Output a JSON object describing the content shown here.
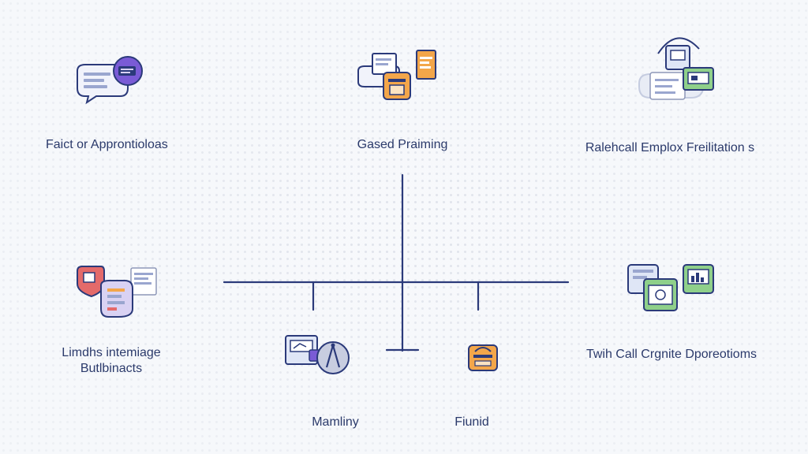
{
  "diagram": {
    "nodes": [
      {
        "id": "top-left",
        "label": "Faict or Approntioloas",
        "icon": "chat-bubble-tag-icon"
      },
      {
        "id": "top-center",
        "label": "Gased Praiming",
        "icon": "document-folder-icon"
      },
      {
        "id": "top-right",
        "label": "Ralehcall Emplox Freilitation s",
        "icon": "dashboard-cloud-icon"
      },
      {
        "id": "mid-left",
        "label_lines": [
          "Limdhs intemiage",
          "Butlbinacts"
        ],
        "icon": "shield-chat-icon"
      },
      {
        "id": "mid-right",
        "label": "Twih Call Crgnite Dporeotioms",
        "icon": "chart-panels-icon"
      },
      {
        "id": "bottom-left",
        "label": "Mamliny",
        "icon": "tools-compass-icon"
      },
      {
        "id": "bottom-right",
        "label": "Fiunid",
        "icon": "orange-box-icon"
      }
    ],
    "colors": {
      "line": "#2b3a7a",
      "text": "#2b3a6b",
      "purple": "#7a5bd6",
      "orange": "#f3a64a",
      "green": "#8fd08a",
      "red": "#e46a6a",
      "lavender": "#d9d2f3"
    }
  }
}
